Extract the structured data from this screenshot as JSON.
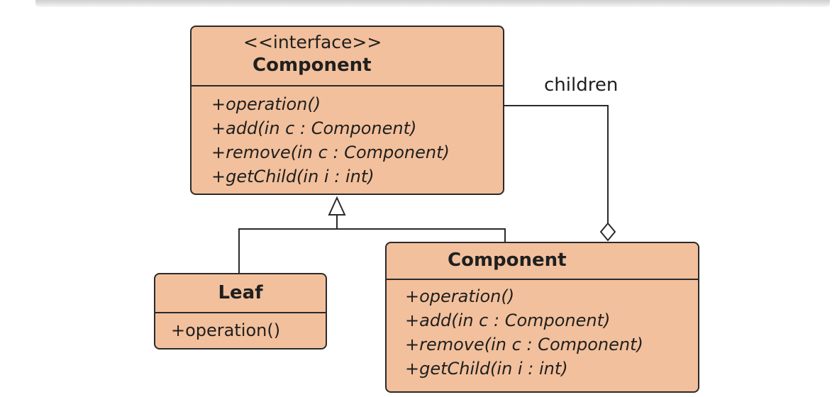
{
  "diagram": {
    "type": "uml-class-diagram",
    "line_color": "#2a2a2a",
    "box_fill": "#f2c09c",
    "interface_box": {
      "stereotype": "<<interface>>",
      "name": "Component",
      "operations": [
        "+operation()",
        "+add(in c : Component)",
        "+remove(in c : Component)",
        "+getChild(in i : int)"
      ]
    },
    "leaf_box": {
      "name": "Leaf",
      "operations": [
        "+operation()"
      ]
    },
    "composite_box": {
      "name": "Component",
      "operations": [
        "+operation()",
        "+add(in c : Component)",
        "+remove(in c : Component)",
        "+getChild(in i : int)"
      ]
    },
    "association": {
      "label": "children",
      "kind": "aggregation"
    },
    "generalization": {
      "kind": "inheritance"
    }
  }
}
